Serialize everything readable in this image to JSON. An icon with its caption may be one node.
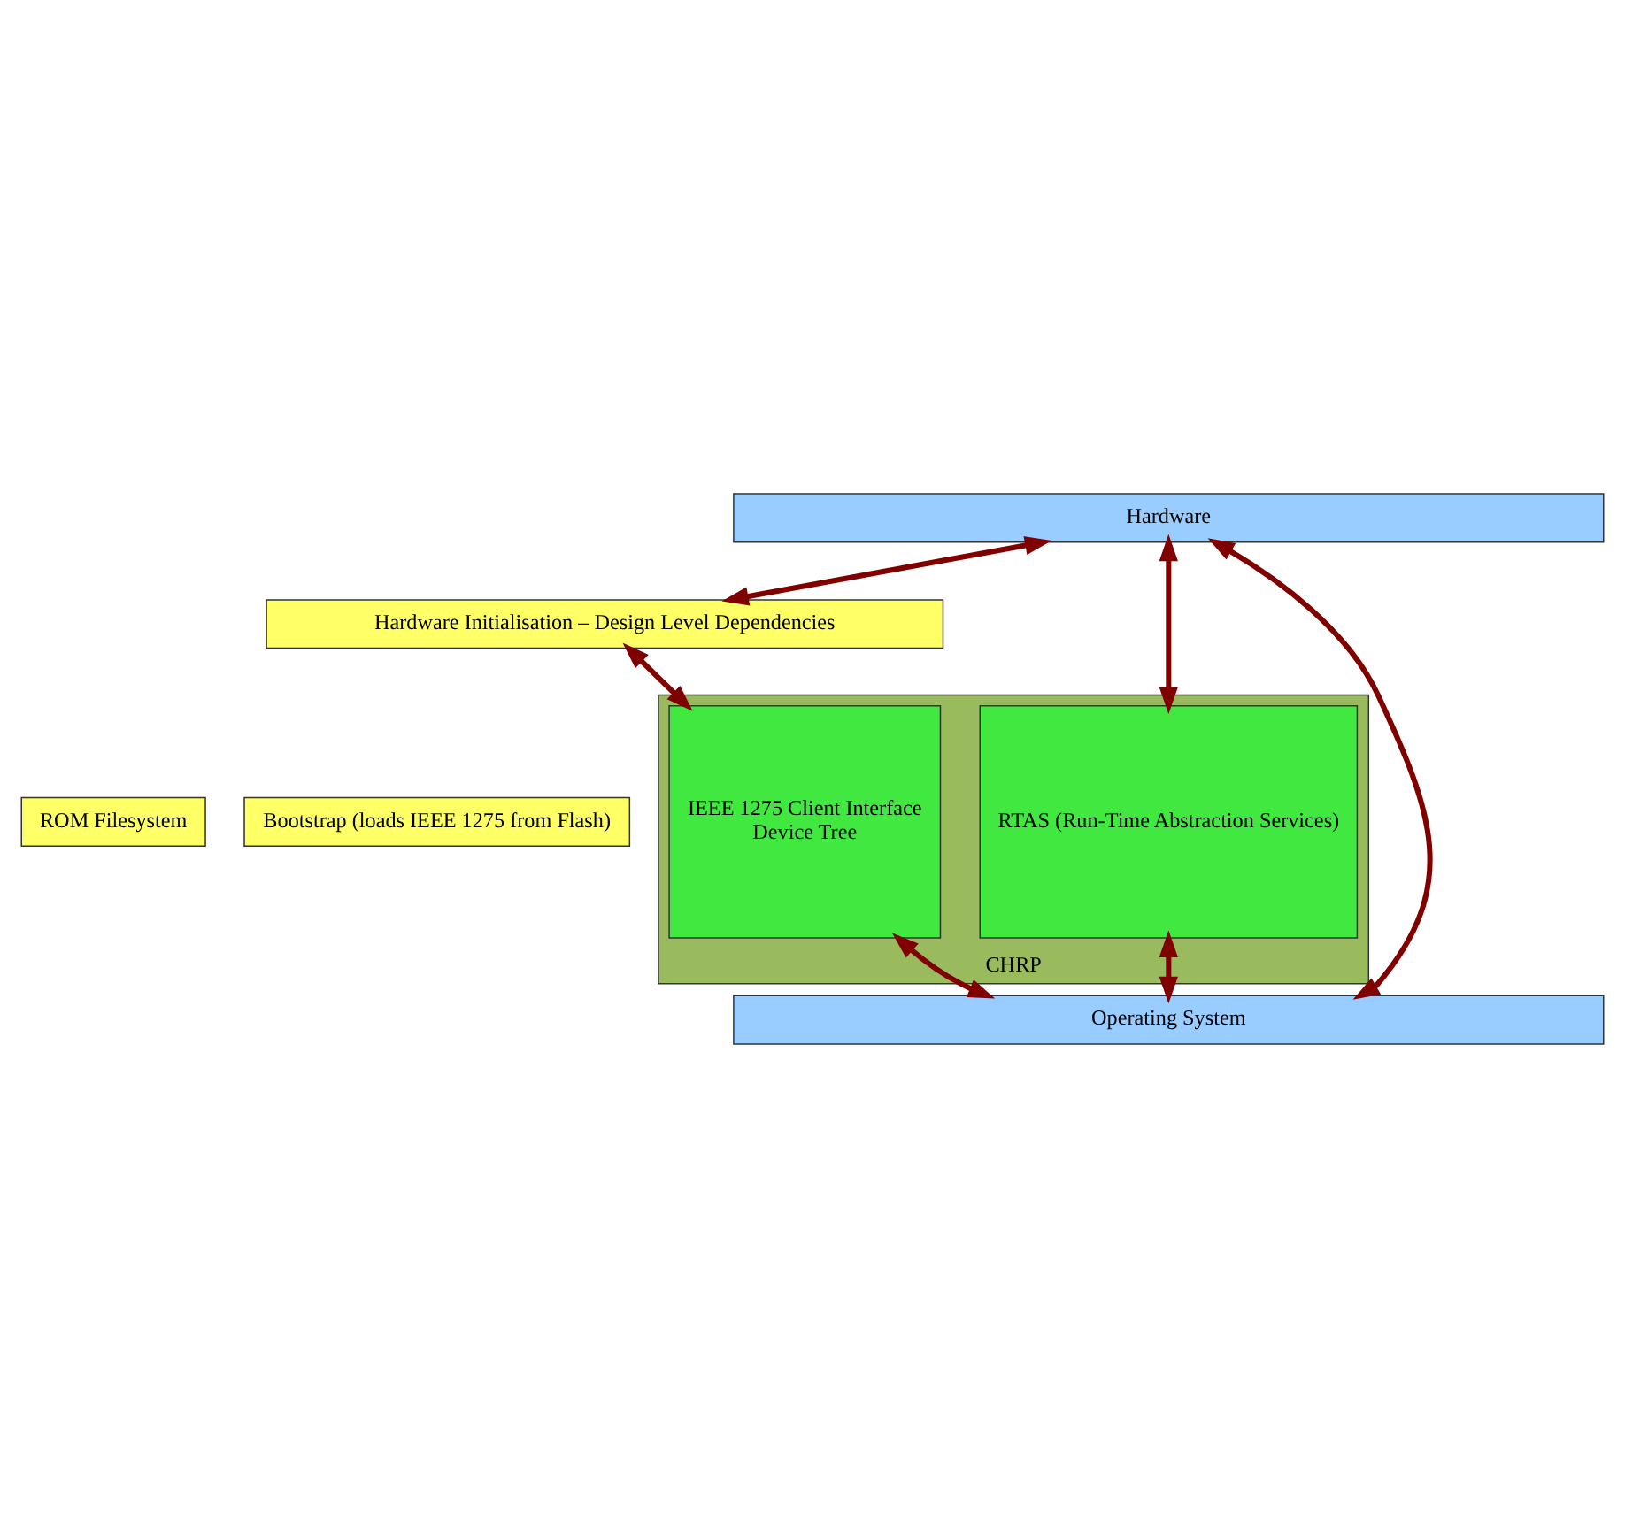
{
  "diagram": {
    "nodes": [
      {
        "text": [
          "Hardware"
        ]
      },
      {
        "text": [
          "Hardware Initialisation – Design Level Dependencies"
        ]
      },
      {
        "text": [
          "ROM Filesystem"
        ]
      },
      {
        "text": [
          "Bootstrap (loads IEEE 1275 from Flash)"
        ]
      },
      {
        "text": [
          "CHRP"
        ]
      },
      {
        "text": [
          "RTAS (Run-Time Abstraction Services)"
        ],
        "in": 4
      },
      {
        "text": [
          "IEEE 1275 Client Interface",
          "Device Tree"
        ],
        "in": 4
      },
      {
        "text": [
          "Operating System"
        ]
      }
    ],
    "edges": [
      {
        "from": 0,
        "to": 1,
        "arrow": "both"
      },
      {
        "from": 0,
        "to": 5,
        "arrow": "both"
      },
      {
        "from": 1,
        "to": 6,
        "arrow": "both"
      },
      {
        "from": 5,
        "to": 7,
        "arrow": "both"
      },
      {
        "from": 6,
        "to": 7,
        "arrow": "both"
      },
      {
        "from": 0,
        "to": 7,
        "arrow": "both"
      }
    ]
  }
}
